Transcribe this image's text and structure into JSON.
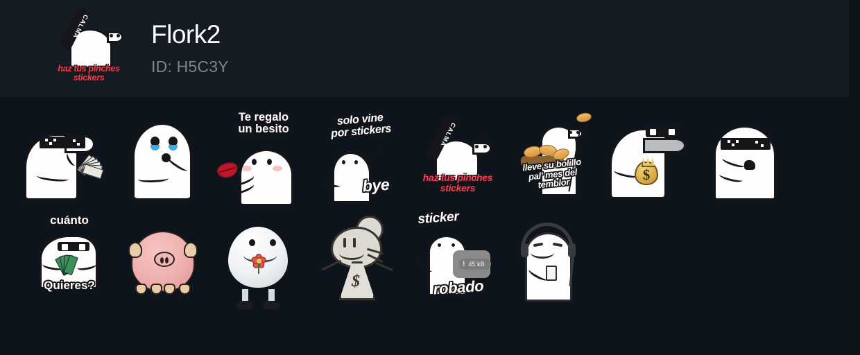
{
  "app": {
    "background_color": "#0d141b",
    "header_background_color": "#151c23"
  },
  "header": {
    "avatar": {
      "name": "flork-calma-knife-avatar",
      "knife_label": "CALMA",
      "caption": "haz tus pinches\nstickers",
      "caption_color": "#ff3b4e"
    },
    "title": "Flork2",
    "id_label": "ID: H5C3Y",
    "title_color": "#ffffff",
    "id_color": "#7d868e"
  },
  "grid": {
    "columns": 9,
    "rows": 2,
    "total_stickers": 14,
    "stickers": [
      {
        "index": 1,
        "name": "sticker-flork-deal-with-it-cash",
        "caption": "",
        "props": [
          "deal-with-it-sunglasses",
          "cash-fan"
        ]
      },
      {
        "index": 2,
        "name": "sticker-flork-crying",
        "caption": "",
        "props": [
          "teary-eyes",
          "hand-on-mouth"
        ]
      },
      {
        "index": 3,
        "name": "sticker-flork-te-regalo-un-besito",
        "caption": "Te regalo\nun besito",
        "props": [
          "red-lips",
          "blush"
        ]
      },
      {
        "index": 4,
        "name": "sticker-flork-solo-vine-por-stickers",
        "caption": "solo vine\npor stickers",
        "caption_bottom": "bye",
        "props": [
          "waving-arm"
        ]
      },
      {
        "index": 5,
        "name": "sticker-flork-haz-tus-pinches-stickers",
        "caption": "haz tus pinches\nstickers",
        "caption_color": "#ff3b4e",
        "knife_label": "CALMA",
        "props": [
          "calma-knife",
          "angry-eyebrows"
        ]
      },
      {
        "index": 6,
        "name": "sticker-flork-lleve-su-bolillo",
        "caption": "lleve su bolillo\npal' mes del\ntemblor",
        "props": [
          "bread-basket",
          "bolillo"
        ]
      },
      {
        "index": 7,
        "name": "sticker-flork-money-bag",
        "caption": "",
        "props": [
          "sunglasses",
          "money-bag-emoji"
        ]
      },
      {
        "index": 8,
        "name": "sticker-flork-deal-with-it-thumbs-up",
        "caption": "",
        "props": [
          "deal-with-it-sunglasses",
          "thumbs-up"
        ]
      },
      {
        "index": 9,
        "name": "sticker-flork-cuanto-quieres",
        "caption": "cuánto",
        "caption_bottom": "Quieres?",
        "props": [
          "sunglasses",
          "cash-bills"
        ]
      },
      {
        "index": 10,
        "name": "sticker-pink-pig",
        "caption": "",
        "props": [
          "pig",
          "hooves"
        ]
      },
      {
        "index": 11,
        "name": "sticker-egg-blob-with-flower",
        "caption": "",
        "props": [
          "red-flower",
          "black-shoes"
        ]
      },
      {
        "index": 12,
        "name": "sticker-mouse-money-bag",
        "caption": "",
        "props": [
          "mouse-head",
          "dollar-sack"
        ]
      },
      {
        "index": 13,
        "name": "sticker-flork-sticker-robado",
        "caption": "sticker",
        "caption_bottom": "robado",
        "download_badge": "45 kB",
        "props": [
          "download-badge"
        ]
      },
      {
        "index": 14,
        "name": "sticker-flork-headphones-phone",
        "caption": "",
        "props": [
          "headphones",
          "phone"
        ]
      }
    ]
  }
}
